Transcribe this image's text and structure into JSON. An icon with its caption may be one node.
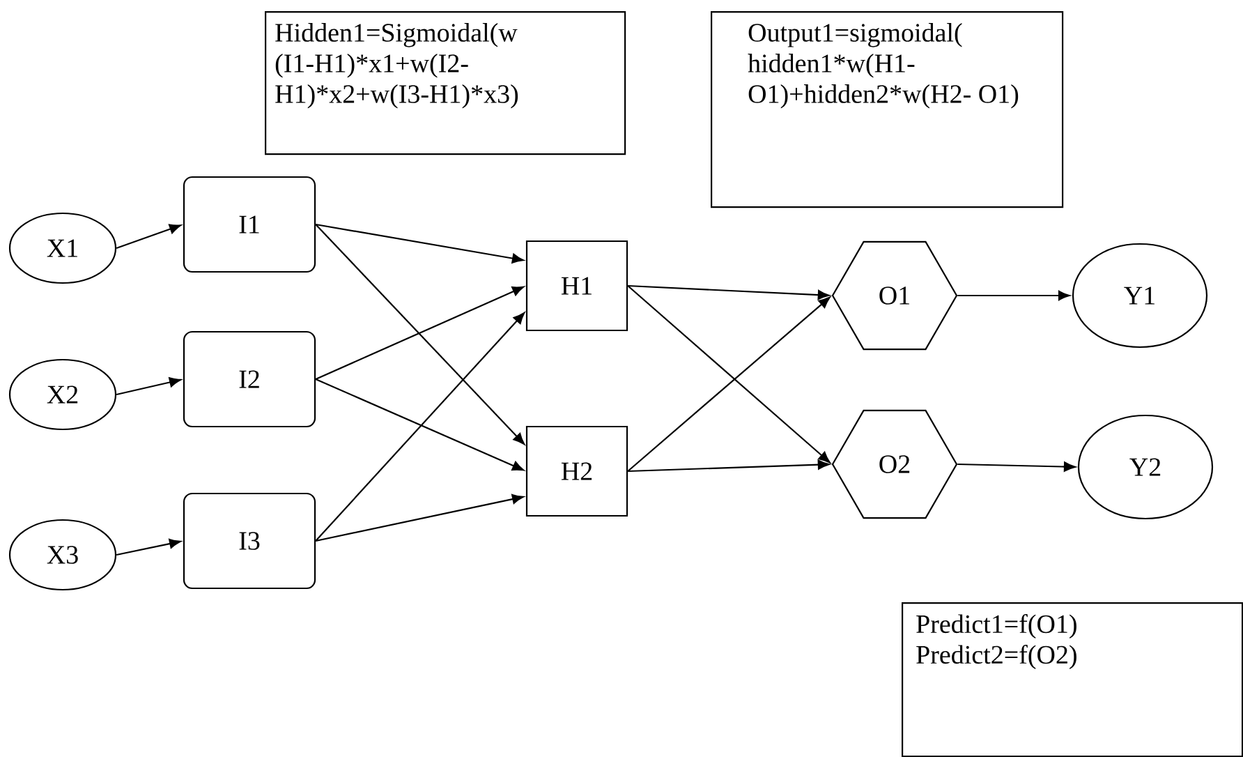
{
  "diagram": {
    "nodes": [
      {
        "text": [
          "Hidden1=Sigmoidal(w (I1-H1)*x1+w(I2- H1)*x2+w(I3-H1)*x3)"
        ]
      },
      {
        "text": [
          "Output1=sigmoidal( hidden1*w(H1- O1)+hidden2*w(H2- O1)"
        ]
      },
      {
        "text": [
          "X1"
        ]
      },
      {
        "text": [
          "X2"
        ]
      },
      {
        "text": [
          "X3"
        ]
      },
      {
        "text": [
          "I1"
        ]
      },
      {
        "text": [
          "I2"
        ]
      },
      {
        "text": [
          "I3"
        ]
      },
      {
        "text": [
          "H1"
        ]
      },
      {
        "text": [
          "H2"
        ]
      },
      {
        "text": [
          "O1"
        ]
      },
      {
        "text": [
          "O2"
        ]
      },
      {
        "text": [
          "Y1"
        ]
      },
      {
        "text": [
          "Y2"
        ]
      },
      {
        "text": [
          "Predict1=f(O1)",
          "Predict2=f(O2)"
        ]
      }
    ],
    "edges": [
      {
        "from": 2,
        "to": 5,
        "arrow": "to"
      },
      {
        "from": 3,
        "to": 6,
        "arrow": "to"
      },
      {
        "from": 4,
        "to": 7,
        "arrow": "to"
      },
      {
        "from": 5,
        "to": 8,
        "arrow": "to"
      },
      {
        "from": 5,
        "to": 9,
        "arrow": "to"
      },
      {
        "from": 6,
        "to": 8,
        "arrow": "to"
      },
      {
        "from": 6,
        "to": 9,
        "arrow": "to"
      },
      {
        "from": 7,
        "to": 8,
        "arrow": "to"
      },
      {
        "from": 7,
        "to": 9,
        "arrow": "to"
      },
      {
        "from": 8,
        "to": 10,
        "arrow": "to"
      },
      {
        "from": 8,
        "to": 11,
        "arrow": "to"
      },
      {
        "from": 9,
        "to": 10,
        "arrow": "to"
      },
      {
        "from": 9,
        "to": 11,
        "arrow": "to"
      },
      {
        "from": 10,
        "to": 12,
        "arrow": "to"
      },
      {
        "from": 11,
        "to": 13,
        "arrow": "to"
      }
    ]
  }
}
